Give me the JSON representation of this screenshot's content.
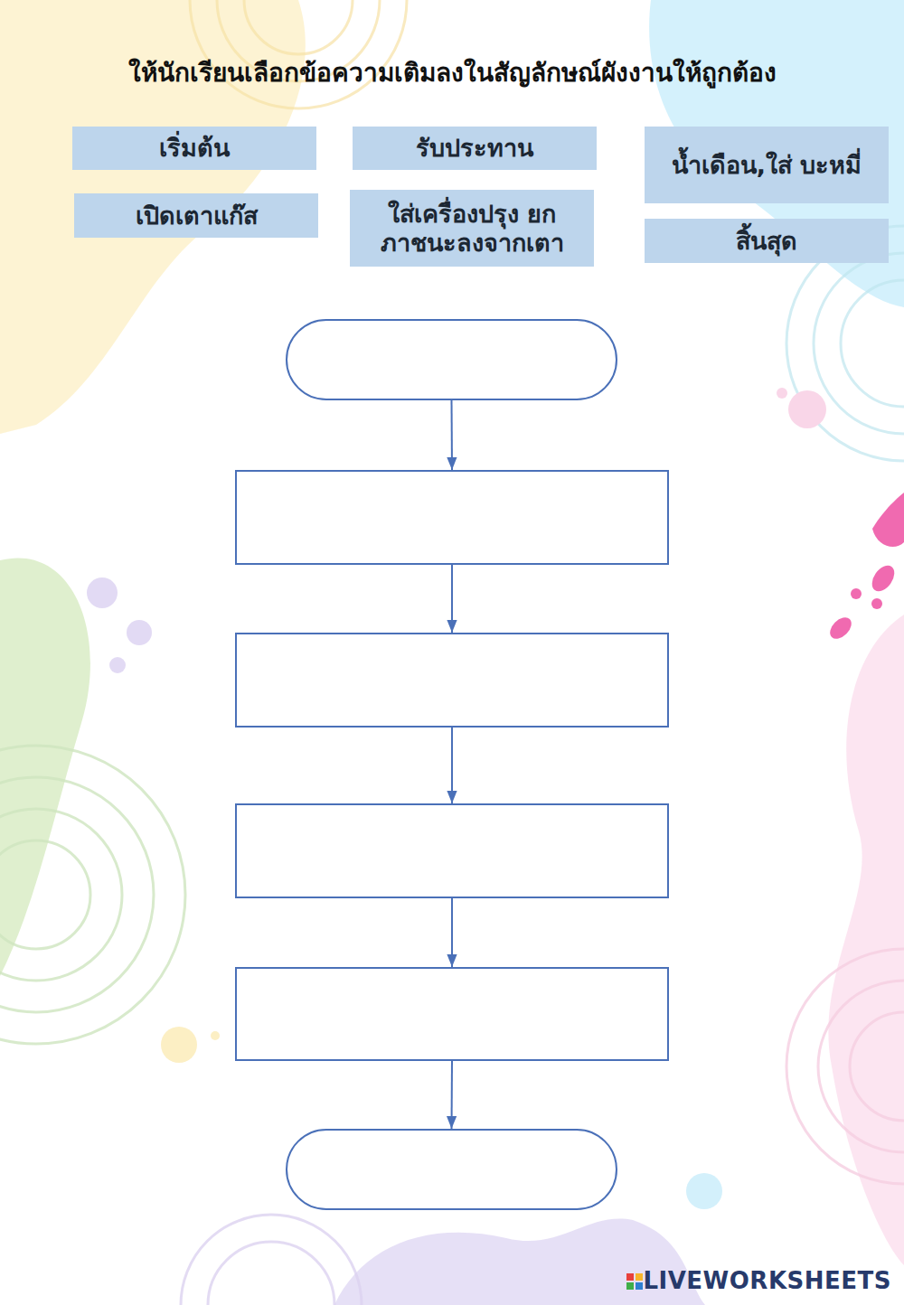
{
  "diagram": {
    "title": "ให้นักเรียนเลือกข้อความเติมลงในสัญลักษณ์ผังงานให้ถูกต้อง",
    "nodes": [
      {
        "text": [
          "เริ่มต้น"
        ]
      },
      {
        "text": [
          "รับประทาน"
        ]
      },
      {
        "text": [
          "น้ำเดือน,ใส่ บะหมี่"
        ]
      },
      {
        "text": [
          "เปิดเตาแก๊ส"
        ]
      },
      {
        "text": [
          "ใส่เครื่องปรุง ยก ภาชนะลงจากเตา"
        ]
      },
      {
        "text": [
          "สิ้นสุด"
        ]
      },
      {
        "text": []
      },
      {
        "text": []
      },
      {
        "text": []
      },
      {
        "text": []
      },
      {
        "text": []
      },
      {
        "text": []
      }
    ],
    "edges": [
      {
        "from": 6,
        "to": 7,
        "arrow": "to"
      },
      {
        "from": 7,
        "to": 8,
        "arrow": "to"
      },
      {
        "from": 8,
        "to": 9,
        "arrow": "to"
      },
      {
        "from": 9,
        "to": 10,
        "arrow": "to"
      },
      {
        "from": 10,
        "to": 11,
        "arrow": "to"
      }
    ],
    "labels": [
      "LIVEWORKSHEETS"
    ]
  }
}
